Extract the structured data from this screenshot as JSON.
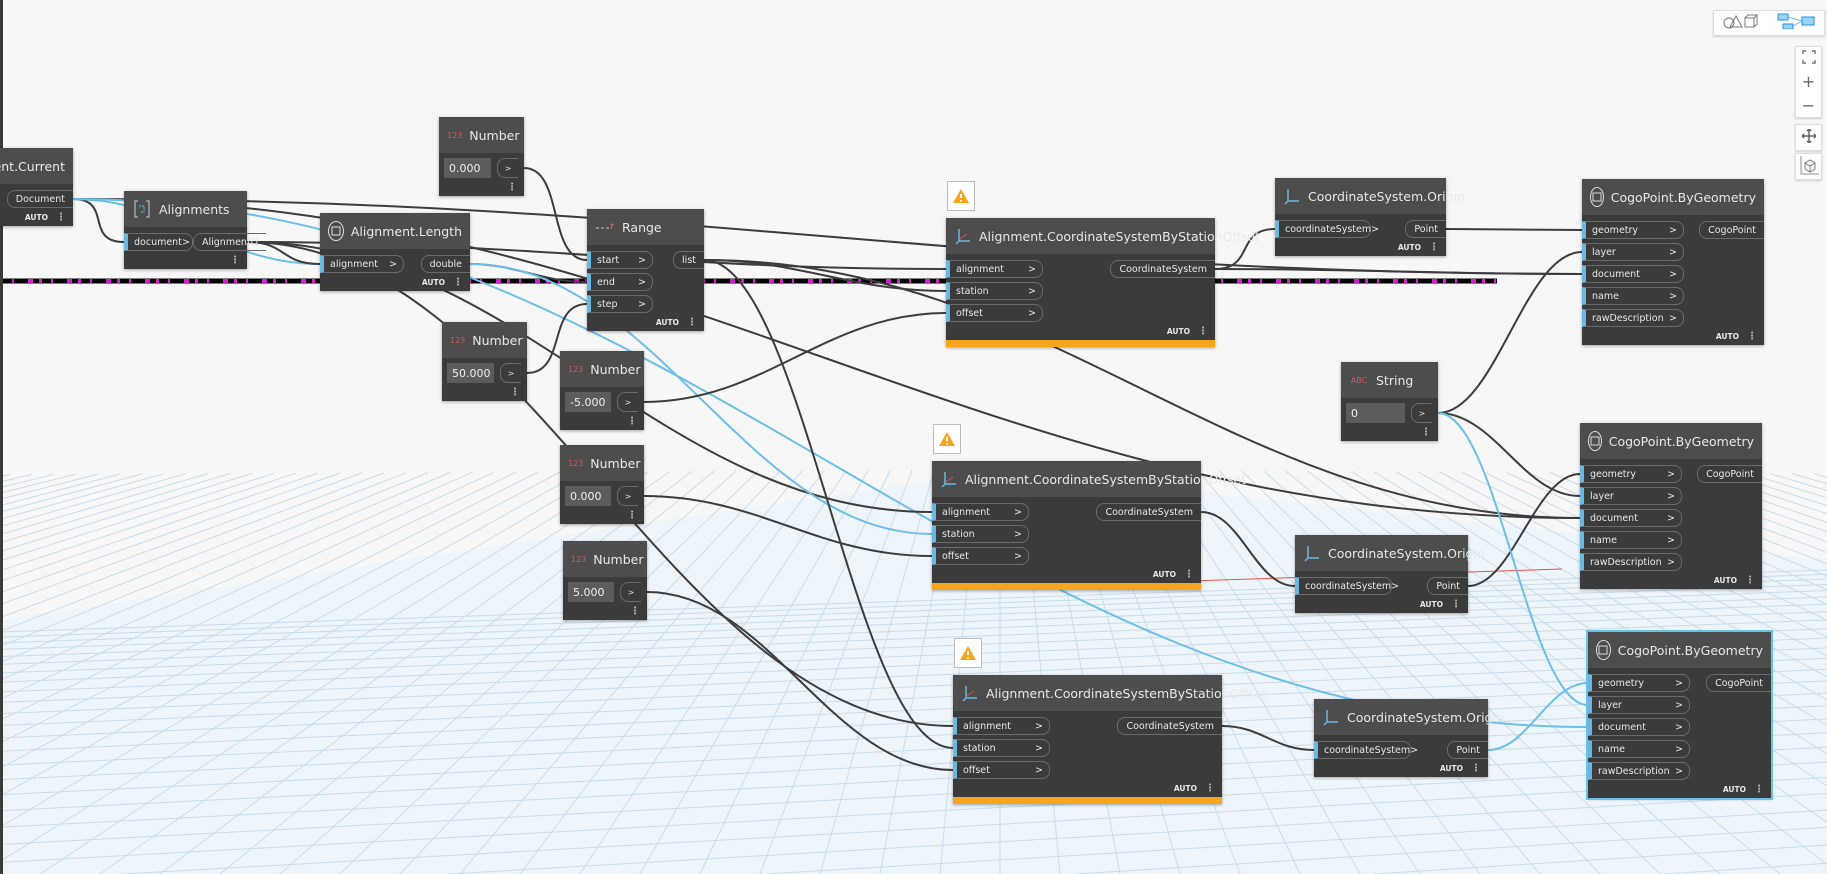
{
  "toolbar": {
    "view_toggle": [
      "geometry-view-icon",
      "graph-view-icon"
    ],
    "zoom_controls": [
      "zoom-fit-icon",
      "zoom-in-icon",
      "zoom-out-icon"
    ],
    "pan_icon": "pan-icon",
    "orbit_icon": "3d-orbit-icon"
  },
  "colors": {
    "wire": "#3c3c3c",
    "wire_selected": "#6cbfe8",
    "warning": "#f6a51d",
    "port_marker": "#6ab8e0"
  },
  "nodes": [
    {
      "title": "ent.Current",
      "icon": "",
      "inputs": [],
      "outputs": [
        "Document"
      ],
      "footer": "AUTO"
    },
    {
      "title": "Alignments",
      "icon": "list-icon",
      "inputs": [
        "document"
      ],
      "outputs": [
        "Alignment[]"
      ],
      "footer": ""
    },
    {
      "title": "Alignment.Length",
      "icon": "civil-icon",
      "inputs": [
        "alignment"
      ],
      "outputs": [
        "double"
      ],
      "footer": "AUTO"
    },
    {
      "title": "Number",
      "icon": "123",
      "value": "0.000",
      "footer": ""
    },
    {
      "title": "Range",
      "icon": "range-icon",
      "inputs": [
        "start",
        "end",
        "step"
      ],
      "outputs": [
        "list"
      ],
      "footer": "AUTO"
    },
    {
      "title": "Number",
      "icon": "123",
      "value": "50.000",
      "footer": ""
    },
    {
      "title": "Number",
      "icon": "123",
      "value": "-5.000",
      "footer": ""
    },
    {
      "title": "Number",
      "icon": "123",
      "value": "0.000",
      "footer": ""
    },
    {
      "title": "Number",
      "icon": "123",
      "value": "5.000",
      "footer": ""
    },
    {
      "title": "Alignment.CoordinateSystemByStationOffset",
      "icon": "coordsys-icon",
      "inputs": [
        "alignment",
        "station",
        "offset"
      ],
      "outputs": [
        "CoordinateSystem"
      ],
      "footer": "AUTO",
      "warning": true
    },
    {
      "title": "Alignment.CoordinateSystemByStationOffset",
      "icon": "coordsys-icon",
      "inputs": [
        "alignment",
        "station",
        "offset"
      ],
      "outputs": [
        "CoordinateSystem"
      ],
      "footer": "AUTO",
      "warning": true
    },
    {
      "title": "Alignment.CoordinateSystemByStationOffset",
      "icon": "coordsys-icon",
      "inputs": [
        "alignment",
        "station",
        "offset"
      ],
      "outputs": [
        "CoordinateSystem"
      ],
      "footer": "AUTO",
      "warning": true
    },
    {
      "title": "CoordinateSystem.Origin",
      "icon": "axes-icon",
      "inputs": [
        "coordinateSystem"
      ],
      "outputs": [
        "Point"
      ],
      "footer": "AUTO"
    },
    {
      "title": "CoordinateSystem.Origin",
      "icon": "axes-icon",
      "inputs": [
        "coordinateSystem"
      ],
      "outputs": [
        "Point"
      ],
      "footer": "AUTO"
    },
    {
      "title": "CoordinateSystem.Origin",
      "icon": "axes-icon",
      "inputs": [
        "coordinateSystem"
      ],
      "outputs": [
        "Point"
      ],
      "footer": "AUTO"
    },
    {
      "title": "String",
      "icon": "ABC",
      "value": "0",
      "footer": ""
    },
    {
      "title": "CogoPoint.ByGeometry",
      "icon": "civil-icon",
      "inputs": [
        "geometry",
        "layer",
        "document",
        "name",
        "rawDescription"
      ],
      "outputs": [
        "CogoPoint"
      ],
      "footer": "AUTO"
    },
    {
      "title": "CogoPoint.ByGeometry",
      "icon": "civil-icon",
      "inputs": [
        "geometry",
        "layer",
        "document",
        "name",
        "rawDescription"
      ],
      "outputs": [
        "CogoPoint"
      ],
      "footer": "AUTO"
    },
    {
      "title": "CogoPoint.ByGeometry",
      "icon": "civil-icon",
      "inputs": [
        "geometry",
        "layer",
        "document",
        "name",
        "rawDescription"
      ],
      "outputs": [
        "CogoPoint"
      ],
      "footer": "AUTO",
      "selected": true
    }
  ]
}
